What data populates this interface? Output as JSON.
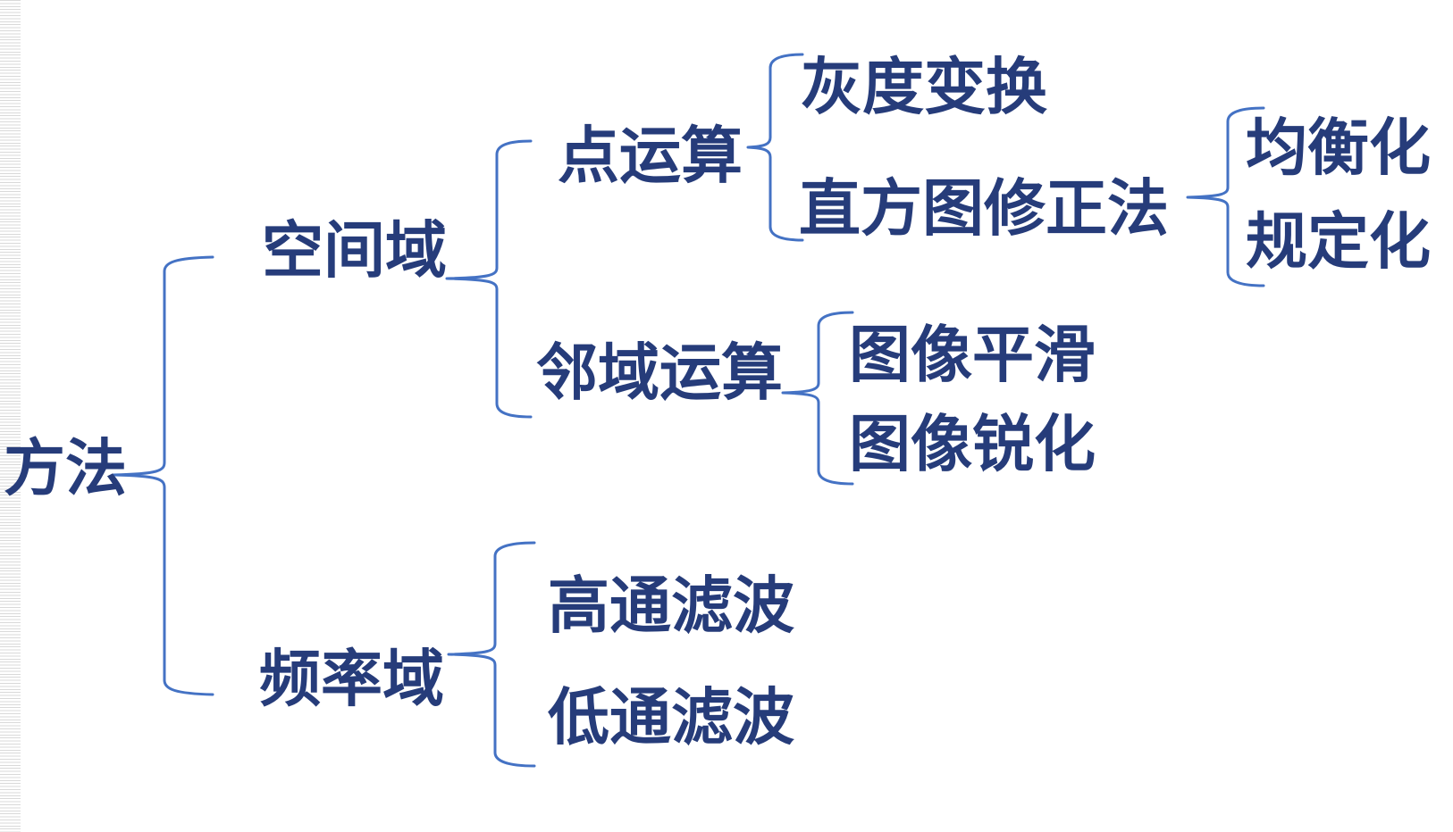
{
  "colors": {
    "text": "#263C7A",
    "brace": "#4472C4",
    "stripe": "#D9D9D9",
    "background": "#FFFFFF"
  },
  "tree": {
    "label": "方法",
    "children": [
      {
        "label": "空间域",
        "children": [
          {
            "label": "点运算",
            "children": [
              {
                "label": "灰度变换"
              },
              {
                "label": "直方图修正法",
                "children": [
                  {
                    "label": "均衡化"
                  },
                  {
                    "label": "规定化"
                  }
                ]
              }
            ]
          },
          {
            "label": "邻域运算",
            "children": [
              {
                "label": "图像平滑"
              },
              {
                "label": "图像锐化"
              }
            ]
          }
        ]
      },
      {
        "label": "频率域",
        "children": [
          {
            "label": "高通滤波"
          },
          {
            "label": "低通滤波"
          }
        ]
      }
    ]
  }
}
